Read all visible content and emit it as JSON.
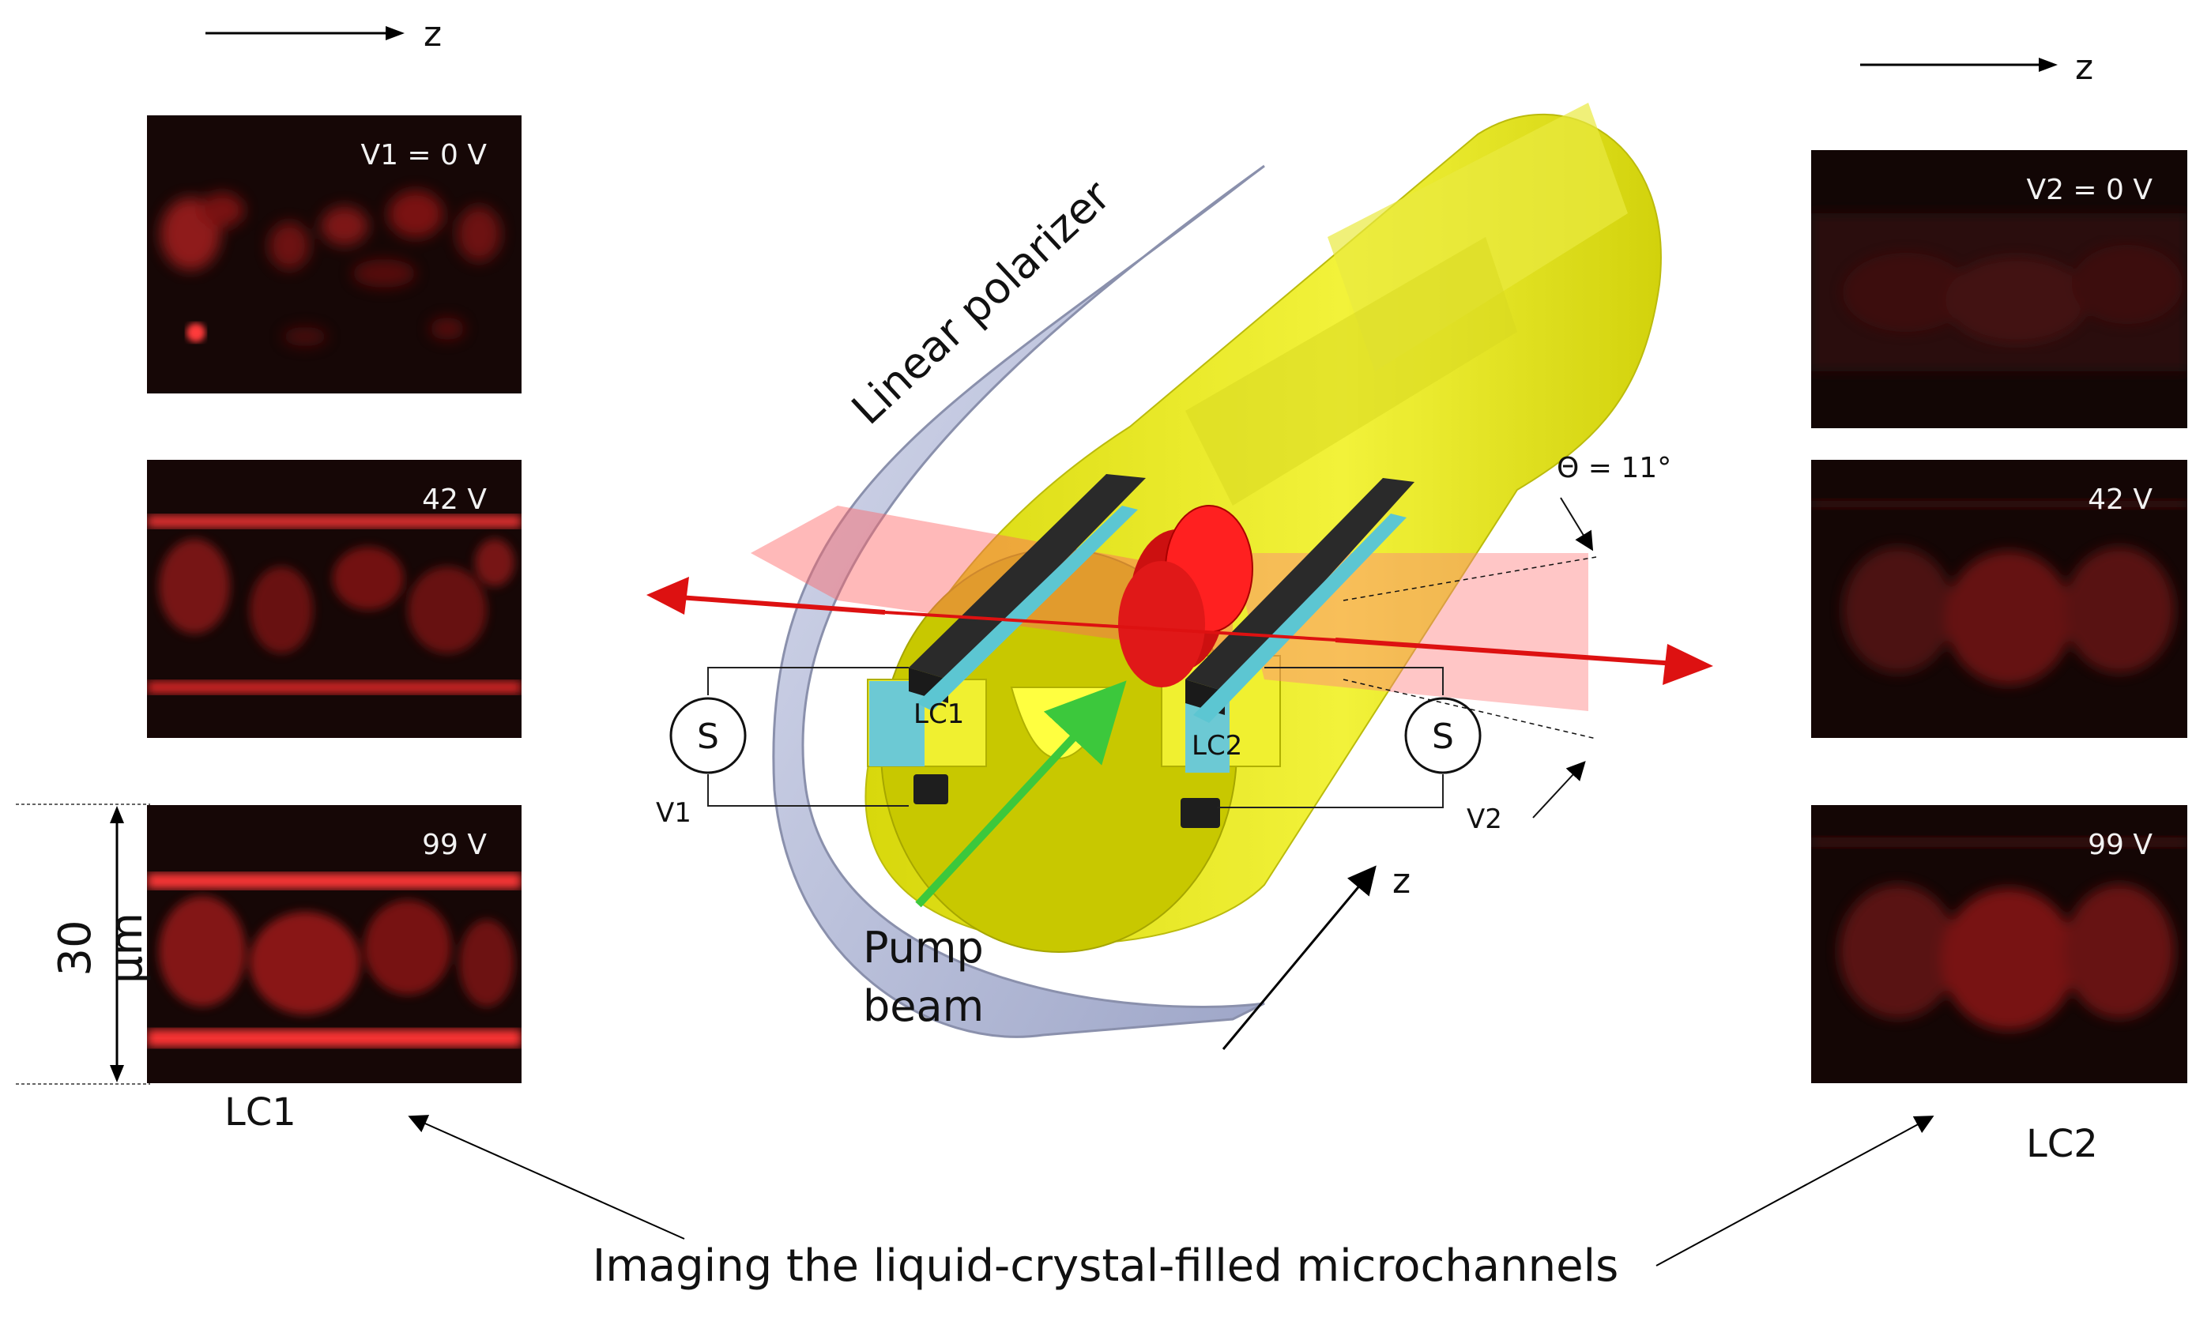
{
  "left": {
    "axis_label": "z",
    "panels": [
      {
        "voltage": "V1 = 0 V"
      },
      {
        "voltage": "42 V"
      },
      {
        "voltage": "99 V"
      }
    ],
    "scale_label": "30 μm",
    "bottom_label": "LC1"
  },
  "right": {
    "axis_label": "z",
    "panels": [
      {
        "voltage": "V2 = 0 V"
      },
      {
        "voltage": "42 V"
      },
      {
        "voltage": "99 V"
      }
    ],
    "bottom_label": "LC2"
  },
  "diagram": {
    "polarizer_label": "Linear polarizer",
    "angle_label": "Θ = 11°",
    "lc1_label": "LC1",
    "lc2_label": "LC2",
    "source_symbol": "S",
    "v1_label": "V1",
    "v2_label": "V2",
    "z_label": "z",
    "pump_label_line1": "Pump",
    "pump_label_line2": "beam"
  },
  "caption": "Imaging the liquid-crystal-filled microchannels",
  "colors": {
    "yellow": "#e6e600",
    "red": "#e01010",
    "green": "#3cc83c",
    "cyan": "#5ccbd6",
    "electrode": "#2a2a2a",
    "polarizer": "#b9c0dc"
  }
}
